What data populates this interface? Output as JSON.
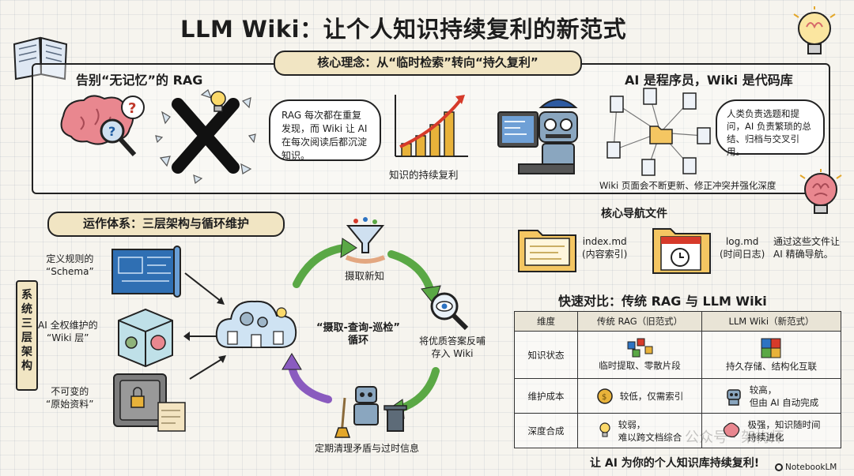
{
  "title": "LLM Wiki：让个人知识持续复利的新范式",
  "top": {
    "core_pill": "核心理念：从“临时检索”转向“持久复利”",
    "left_heading": "告别“无记忆”的 RAG",
    "bubble_text": "RAG 每次都在重复发现，而 Wiki 让 AI 在每次阅读后都沉淀知识。",
    "growth_label": "知识的持续复利",
    "right_heading": "AI 是程序员，Wiki 是代码库",
    "right_bubble": "人类负责选题和提问，AI 负责繁琐的总结、归档与交叉引用。",
    "wiki_update": "Wiki 页面会不断更新、修正冲突并强化深度"
  },
  "ops": {
    "pill": "运作体系：三层架构与循环维护",
    "vertical_label": "系统三层架构",
    "layer_schema": "定义规则的\n“Schema”",
    "layer_wiki": "AI 全权维护的\n“Wiki 层”",
    "layer_raw": "不可变的\n“原始资料”",
    "cycle_center": "“摄取-查询-巡检”\n循环",
    "step_ingest": "摄取新知",
    "step_store": "将优质答案反哺\n存入 Wiki",
    "step_lint": "定期清理矛盾与过时信息"
  },
  "nav": {
    "heading": "核心导航文件",
    "index_label": "index.md\n(内容索引)",
    "log_label": "log.md\n(时间日志)",
    "desc": "通过这些文件让\nAI 精确导航。"
  },
  "compare": {
    "heading": "快速对比：传统 RAG 与 LLM Wiki",
    "headers": [
      "维度",
      "传统 RAG（旧范式）",
      "LLM Wiki（新范式）"
    ],
    "rows": [
      {
        "dim": "知识状态",
        "rag": "临时提取、零散片段",
        "wiki": "持久存储、结构化互联"
      },
      {
        "dim": "维护成本",
        "rag": "较低，仅需索引",
        "wiki": "较高，\n但由 AI 自动完成"
      },
      {
        "dim": "深度合成",
        "rag": "较弱，\n难以跨文档综合",
        "wiki": "极强，知识随时间\n持续进化"
      }
    ],
    "footer": "让 AI 为你的个人知识库持续复利!"
  },
  "watermark": "公众号 · 架构师",
  "brand": "NotebookLM",
  "colors": {
    "pill_bg": "#f1e5c3",
    "growth_arrow": "#d63a2a",
    "cycle_green": "#5aa845",
    "cycle_purple": "#8a5bbf",
    "brain_pink": "#e9878f",
    "folder_yellow": "#f4c662"
  }
}
